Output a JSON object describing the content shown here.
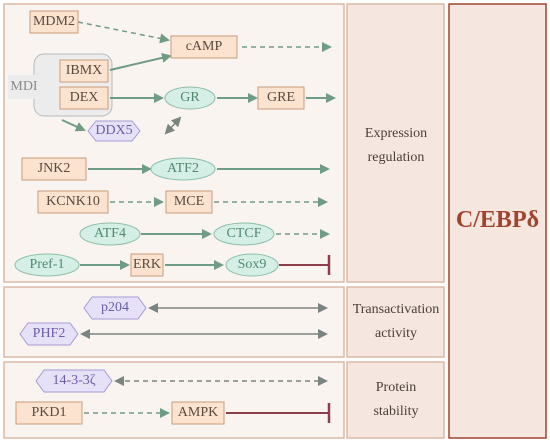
{
  "colors": {
    "panel_bg": "#faf4f0",
    "panel_border": "#d9b8a6",
    "side_bg": "#f5e6df",
    "title_color": "#a0442e",
    "box_fill": "#fbe3d0",
    "box_stroke": "#c89c7c",
    "ellipse_fill": "#d6efe6",
    "ellipse_stroke": "#8bbfa8",
    "hex_fill": "#e6e1f7",
    "hex_stroke": "#a79ad6",
    "arrow": "#6f9c84",
    "inhibit": "#8a3f4b",
    "bidir": "#7a8580",
    "mdi_bg": "#ededed"
  },
  "title": "C/EBPδ",
  "sections": {
    "expression": "Expression regulation",
    "transactivation": "Transactivation activity",
    "stability": "Protein stability"
  },
  "nodes": {
    "mdm2": "MDM2",
    "camp": "cAMP",
    "mdi": "MDI",
    "ibmx": "IBMX",
    "dex": "DEX",
    "gr": "GR",
    "gre": "GRE",
    "ddx5": "DDX5",
    "jnk2": "JNK2",
    "atf2": "ATF2",
    "kcnk10": "KCNK10",
    "mce": "MCE",
    "atf4": "ATF4",
    "ctcf": "CTCF",
    "pref1": "Pref-1",
    "erk": "ERK",
    "sox9": "Sox9",
    "p204": "p204",
    "phf2": "PHF2",
    "p1433": "14-3-3ζ",
    "pkd1": "PKD1",
    "ampk": "AMPK"
  }
}
